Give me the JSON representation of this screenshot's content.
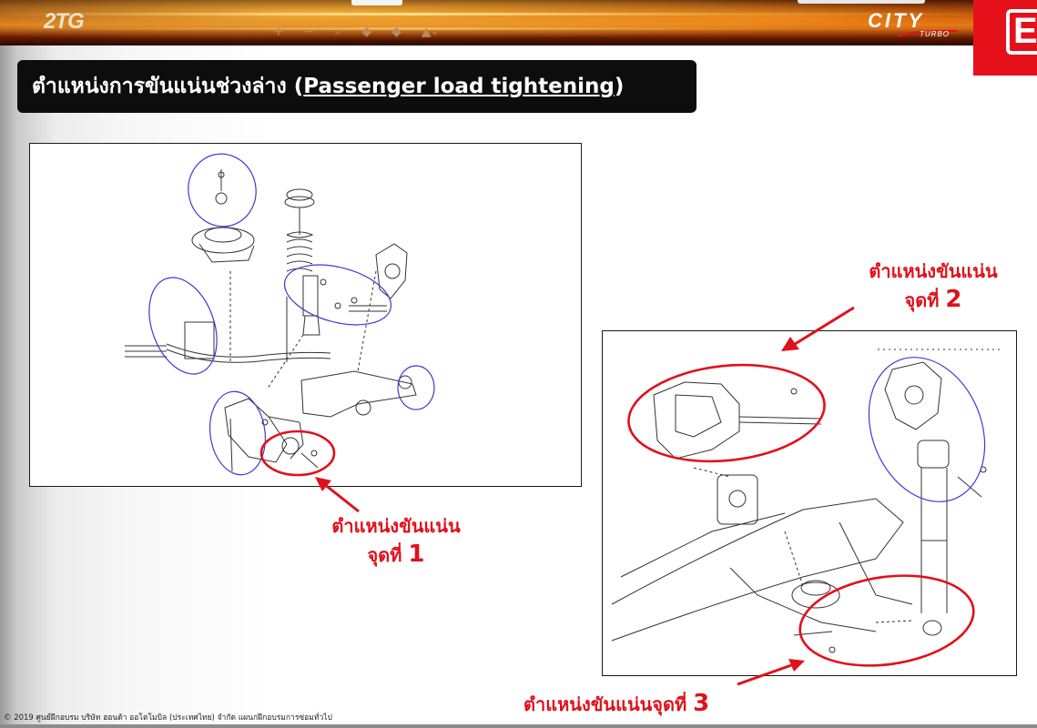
{
  "header": {
    "badge": "2TG",
    "toolbar_icons": [
      "+",
      "−",
      "⌕",
      "◆",
      "◆",
      "▲₊"
    ],
    "logo_city": "CITY",
    "logo_turbo": "TURBO",
    "brand_letter": "E"
  },
  "title": {
    "thai": "ตำแหน่งการขันแน่นช่วงล่าง (",
    "english": "Passenger load tightening",
    "close": ")"
  },
  "callouts": {
    "point1": {
      "line1": "ตำแหน่งขันแน่น",
      "line2_text": "จุดที่ ",
      "number": "1"
    },
    "point2": {
      "line1": "ตำแหน่งขันแน่น",
      "line2_text": "จุดที่ ",
      "number": "2"
    },
    "point3": {
      "text": "ตำแหน่งขันแน่นจุดที่ ",
      "number": "3"
    }
  },
  "footer": {
    "copyright": "© 2019 ศูนย์ฝึกอบรม บริษัท ฮอนด้า ออโตโมบิล (ประเทศไทย) จำกัด  แผนกฝึกอบรมการซ่อมทั่วไป"
  },
  "colors": {
    "title_bg": "#0d0d0d",
    "accent_red": "#e0111a",
    "highlight_blue": "#3b3bd8",
    "brand_red": "#e5111a"
  }
}
